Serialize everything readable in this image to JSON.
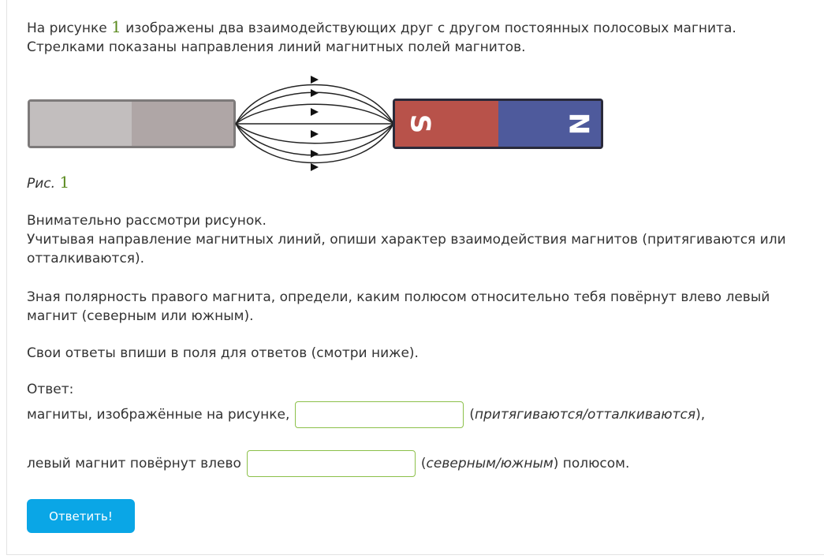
{
  "intro": {
    "part1": "На рисунке ",
    "figure_number": "1",
    "part2": " изображены два взаимодействующих друг с другом постоянных полосовых магнита. Стрелками показаны направления линий магнитных полей магнитов."
  },
  "figure": {
    "right_magnet_left_pole": "S",
    "right_magnet_right_pole": "N",
    "colors": {
      "left_magnet_left": "#c2bebe",
      "left_magnet_right": "#afa6a6",
      "south_pole": "#b8524a",
      "north_pole": "#4e5a9c"
    }
  },
  "caption": {
    "label": "Рис. ",
    "number": "1"
  },
  "instructions": {
    "line1": "Внимательно рассмотри рисунок.",
    "line2": "Учитывая направление магнитных линий, опиши характер взаимодействия магнитов (притягиваются или отталкиваются).",
    "line3": "Зная полярность правого магнита, определи, каким полюсом относительно тебя повёрнут влево левый магнит (северным или южным).",
    "line4": "Свои ответы впиши в поля для ответов (смотри ниже)."
  },
  "answer": {
    "label": "Ответ:",
    "row1_prefix": "магниты, изображённые на рисунке,",
    "row1_open": "(",
    "row1_hint": "притягиваются/отталкиваются",
    "row1_close": "),",
    "row1_value": "",
    "row2_prefix": "левый магнит повёрнут влево",
    "row2_open": "(",
    "row2_hint": "северным/южным",
    "row2_close": ") полюсом.",
    "row2_value": ""
  },
  "submit": {
    "label": "Ответить!"
  }
}
